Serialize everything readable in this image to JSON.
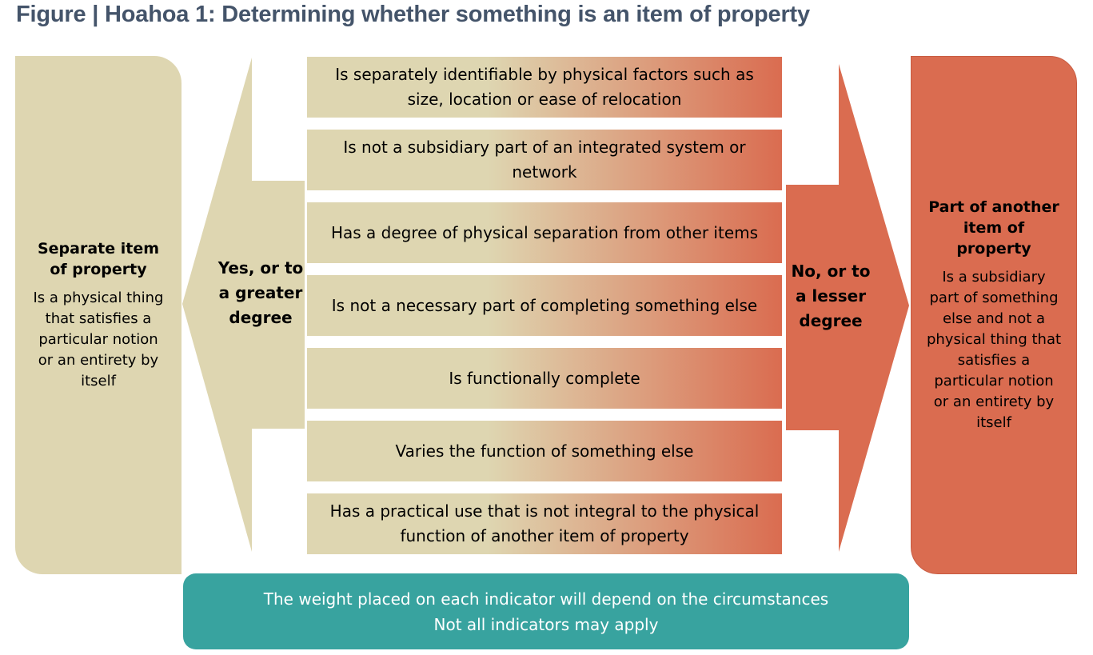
{
  "title": "Figure | Hoahoa 1: Determining whether something is an item of property",
  "left_box": {
    "heading": "Separate item of property",
    "body": "Is a physical thing that satisfies a particular notion or an entirety by itself"
  },
  "right_box": {
    "heading": "Part of another item of property",
    "body": "Is a subsidiary part of something else and not a physical thing that satisfies a particular notion or an entirety by itself"
  },
  "left_arrow_label": "Yes, or to a greater degree",
  "right_arrow_label": "No, or to a lesser degree",
  "indicators": [
    "Is separately identifiable by physical factors such as size, location or ease of relocation",
    "Is not a subsidiary part of an integrated system or network",
    "Has a degree of physical separation from other items",
    "Is not a necessary part of completing something else",
    "Is functionally complete",
    "Varies the function of something else",
    "Has a practical use that is not integral to the physical function of another item of property"
  ],
  "note": {
    "line1": "The weight placed on each indicator will depend on the circumstances",
    "line2": "Not all indicators may apply"
  },
  "colors": {
    "beige": "#ded6b1",
    "orange": "#da6c50",
    "teal": "#38a39f",
    "title": "#44546a"
  }
}
